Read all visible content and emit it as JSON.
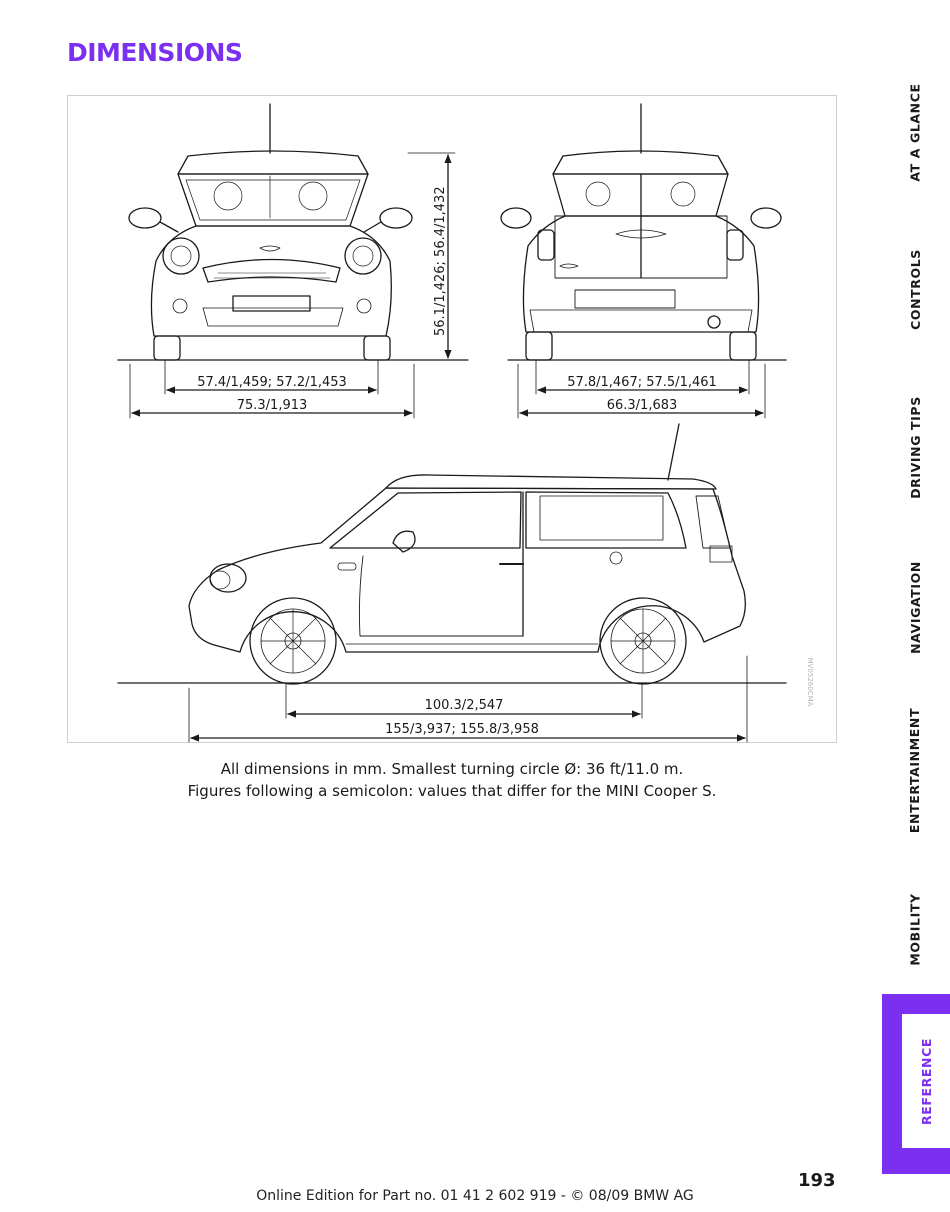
{
  "page": {
    "title": "DIMENSIONS",
    "page_number": "193",
    "footer": "Online Edition for Part no. 01 41 2 602 919 - © 08/09 BMW AG"
  },
  "colors": {
    "accent": "#7b2ff0",
    "line": "#1a1a1a"
  },
  "figure": {
    "image_code": "MV05260CMA",
    "front_height": "56.1/1,426; 56.4/1,432",
    "front_track": "57.4/1,459; 57.2/1,453",
    "front_width": "75.3/1,913",
    "rear_track": "57.8/1,467; 57.5/1,461",
    "rear_width": "66.3/1,683",
    "wheelbase": "100.3/2,547",
    "length": "155/3,937; 155.8/3,958"
  },
  "caption": {
    "line1": "All dimensions in mm. Smallest turning circle Ø: 36 ft/11.0 m.",
    "line2": "Figures following a semicolon: values that differ for the MINI Cooper S."
  },
  "side_tabs": [
    {
      "label": "AT A GLANCE",
      "active": false
    },
    {
      "label": "CONTROLS",
      "active": false
    },
    {
      "label": "DRIVING TIPS",
      "active": false
    },
    {
      "label": "NAVIGATION",
      "active": false
    },
    {
      "label": "ENTERTAINMENT",
      "active": false
    },
    {
      "label": "MOBILITY",
      "active": false
    },
    {
      "label": "REFERENCE",
      "active": true
    }
  ]
}
